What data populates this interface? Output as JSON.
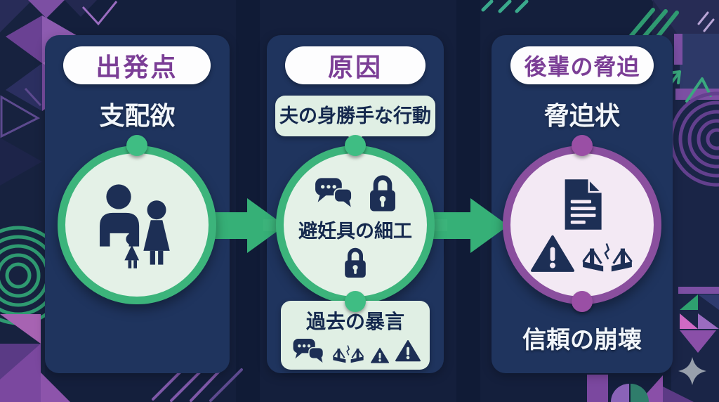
{
  "panels": [
    {
      "title": "出発点",
      "subtitle": "支配欲",
      "accent": "green",
      "circle_icon": "family"
    },
    {
      "title": "原因",
      "top_bubble": "夫の身勝手な行動",
      "circle_label": "避妊具の細工",
      "circle_icons": [
        "chat-bubbles",
        "lock",
        "lock"
      ],
      "bottom_bubble": {
        "title": "過去の暴言",
        "icons": [
          "chat-bubbles",
          "broken-bridge",
          "warning",
          "warning"
        ]
      },
      "accent": "green"
    },
    {
      "title": "後輩の脅迫",
      "subtitle": "脅迫状",
      "circle_icons": [
        "document",
        "warning",
        "broken-bridge"
      ],
      "bottom_label": "信頼の崩壊",
      "accent": "purple"
    }
  ],
  "colors": {
    "background": "#141f3c",
    "panel": "#1f345e",
    "accent_green": "#3cb47b",
    "accent_purple": "#8a4f9e",
    "pill_text": "#7b3e96",
    "mint": "#e4f1e7",
    "pale_pink": "#f3e9f4",
    "icon_navy": "#1d2f55"
  }
}
